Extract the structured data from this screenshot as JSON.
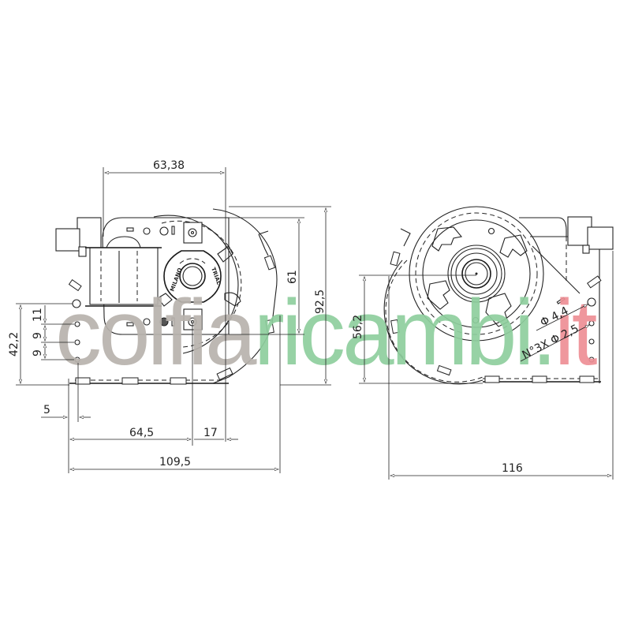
{
  "drawing": {
    "title": "Blower fan technical drawing",
    "views": [
      "side-view",
      "front-view"
    ],
    "left_view": {
      "motor_label_left": "MILANO",
      "motor_label_right": "TRIAL",
      "dimensions": {
        "top_width": "63,38",
        "height_inner": "61",
        "height_total": "92,5",
        "height_left": "42,2",
        "hole_spacing_1": "11",
        "hole_spacing_2": "9",
        "hole_spacing_3": "9",
        "offset_left": "5",
        "width_axis": "64,5",
        "width_right": "17",
        "width_total": "109,5"
      }
    },
    "right_view": {
      "dimensions": {
        "axis_height": "56,2",
        "width_total": "116",
        "hole_large": "Φ 4,4",
        "holes_small": "N°3X Φ 2,5"
      }
    }
  },
  "watermark": {
    "part1": "colfia",
    "part2": "ricambi",
    "part3": ".",
    "part4": "it",
    "color_gray": "#b8b3ad",
    "color_green": "#8fcf9e",
    "color_red": "#ee8f95"
  }
}
